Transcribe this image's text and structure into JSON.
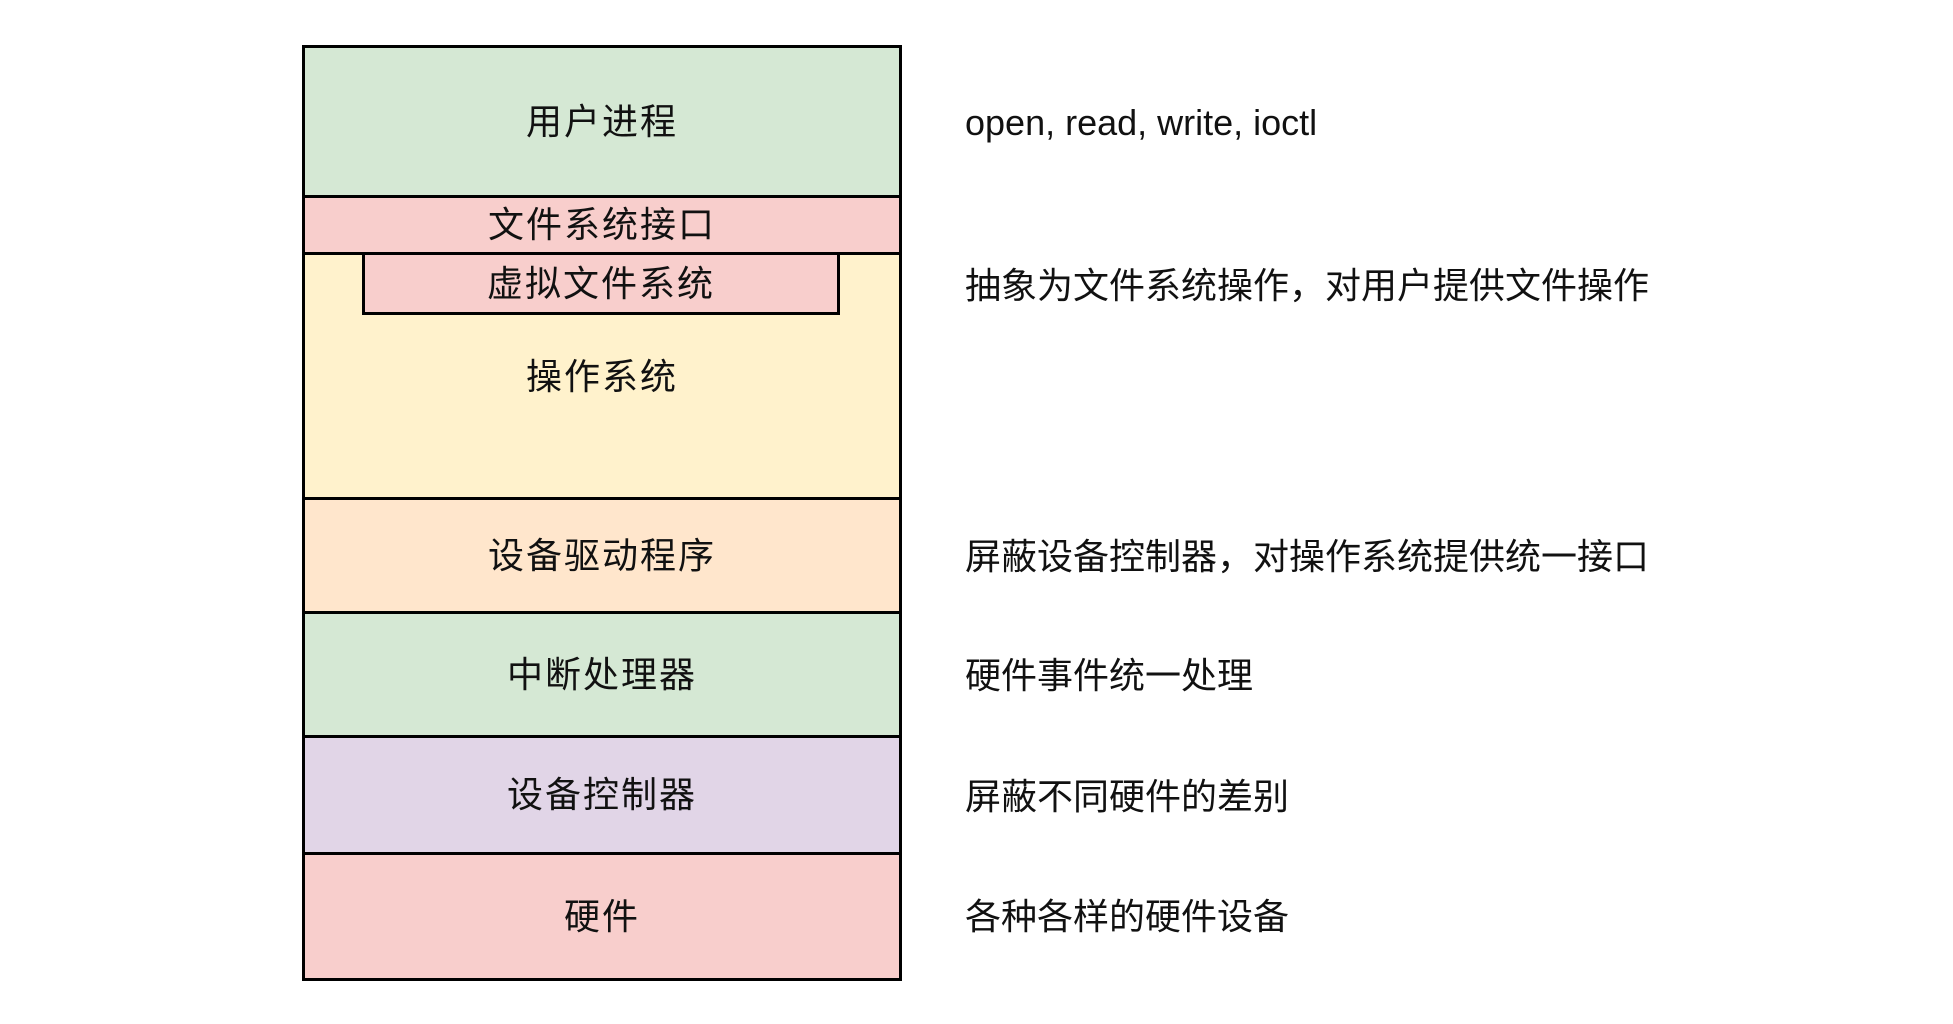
{
  "diagram": {
    "title": "io-device-layer-stack",
    "layers": [
      {
        "id": "user-process",
        "label": "用户进程",
        "fill": "#d5e8d4"
      },
      {
        "id": "fs-interface",
        "label": "文件系统接口",
        "fill": "#f8cecc"
      },
      {
        "id": "operating-system",
        "label": "操作系统",
        "fill": "#fff2cc",
        "nested": {
          "id": "virtual-file-system",
          "label": "虚拟文件系统",
          "fill": "#f8cecc"
        }
      },
      {
        "id": "device-driver",
        "label": "设备驱动程序",
        "fill": "#ffe6cc"
      },
      {
        "id": "interrupt-handler",
        "label": "中断处理器",
        "fill": "#d5e8d4"
      },
      {
        "id": "device-controller",
        "label": "设备控制器",
        "fill": "#e1d5e7"
      },
      {
        "id": "hardware",
        "label": "硬件",
        "fill": "#f8cecc"
      }
    ],
    "annotations": [
      {
        "for": "user-process",
        "text": "open, read, write, ioctl"
      },
      {
        "for": "virtual-file-system",
        "text": "抽象为文件系统操作，对用户提供文件操作"
      },
      {
        "for": "device-driver",
        "text": "屏蔽设备控制器，对操作系统提供统一接口"
      },
      {
        "for": "interrupt-handler",
        "text": "硬件事件统一处理"
      },
      {
        "for": "device-controller",
        "text": "屏蔽不同硬件的差别"
      },
      {
        "for": "hardware",
        "text": "各种各样的硬件设备"
      }
    ],
    "colors": {
      "background": "#ffffff",
      "border": "#000000",
      "text": "#111111"
    }
  }
}
